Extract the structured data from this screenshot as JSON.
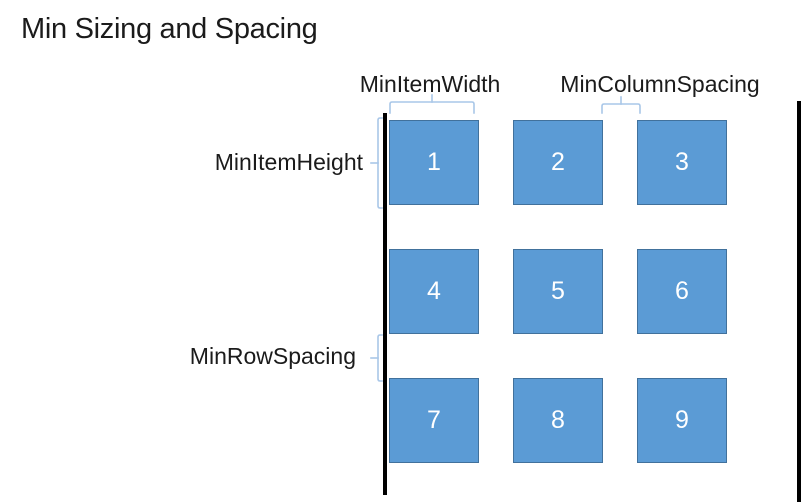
{
  "title": "Min Sizing and Spacing",
  "diagram": {
    "labels": {
      "min_item_width": "MinItemWidth",
      "min_column_spacing": "MinColumnSpacing",
      "min_item_height": "MinItemHeight",
      "min_row_spacing": "MinRowSpacing"
    },
    "grid_items": [
      "1",
      "2",
      "3",
      "4",
      "5",
      "6",
      "7",
      "8",
      "9"
    ]
  },
  "colors": {
    "box_fill": "#5B9BD5",
    "box_border": "#41719C",
    "brace": "#A9C7E8",
    "boundary_line": "#000000",
    "text": "#1B1B1B",
    "item_text": "#FFFFFF"
  }
}
